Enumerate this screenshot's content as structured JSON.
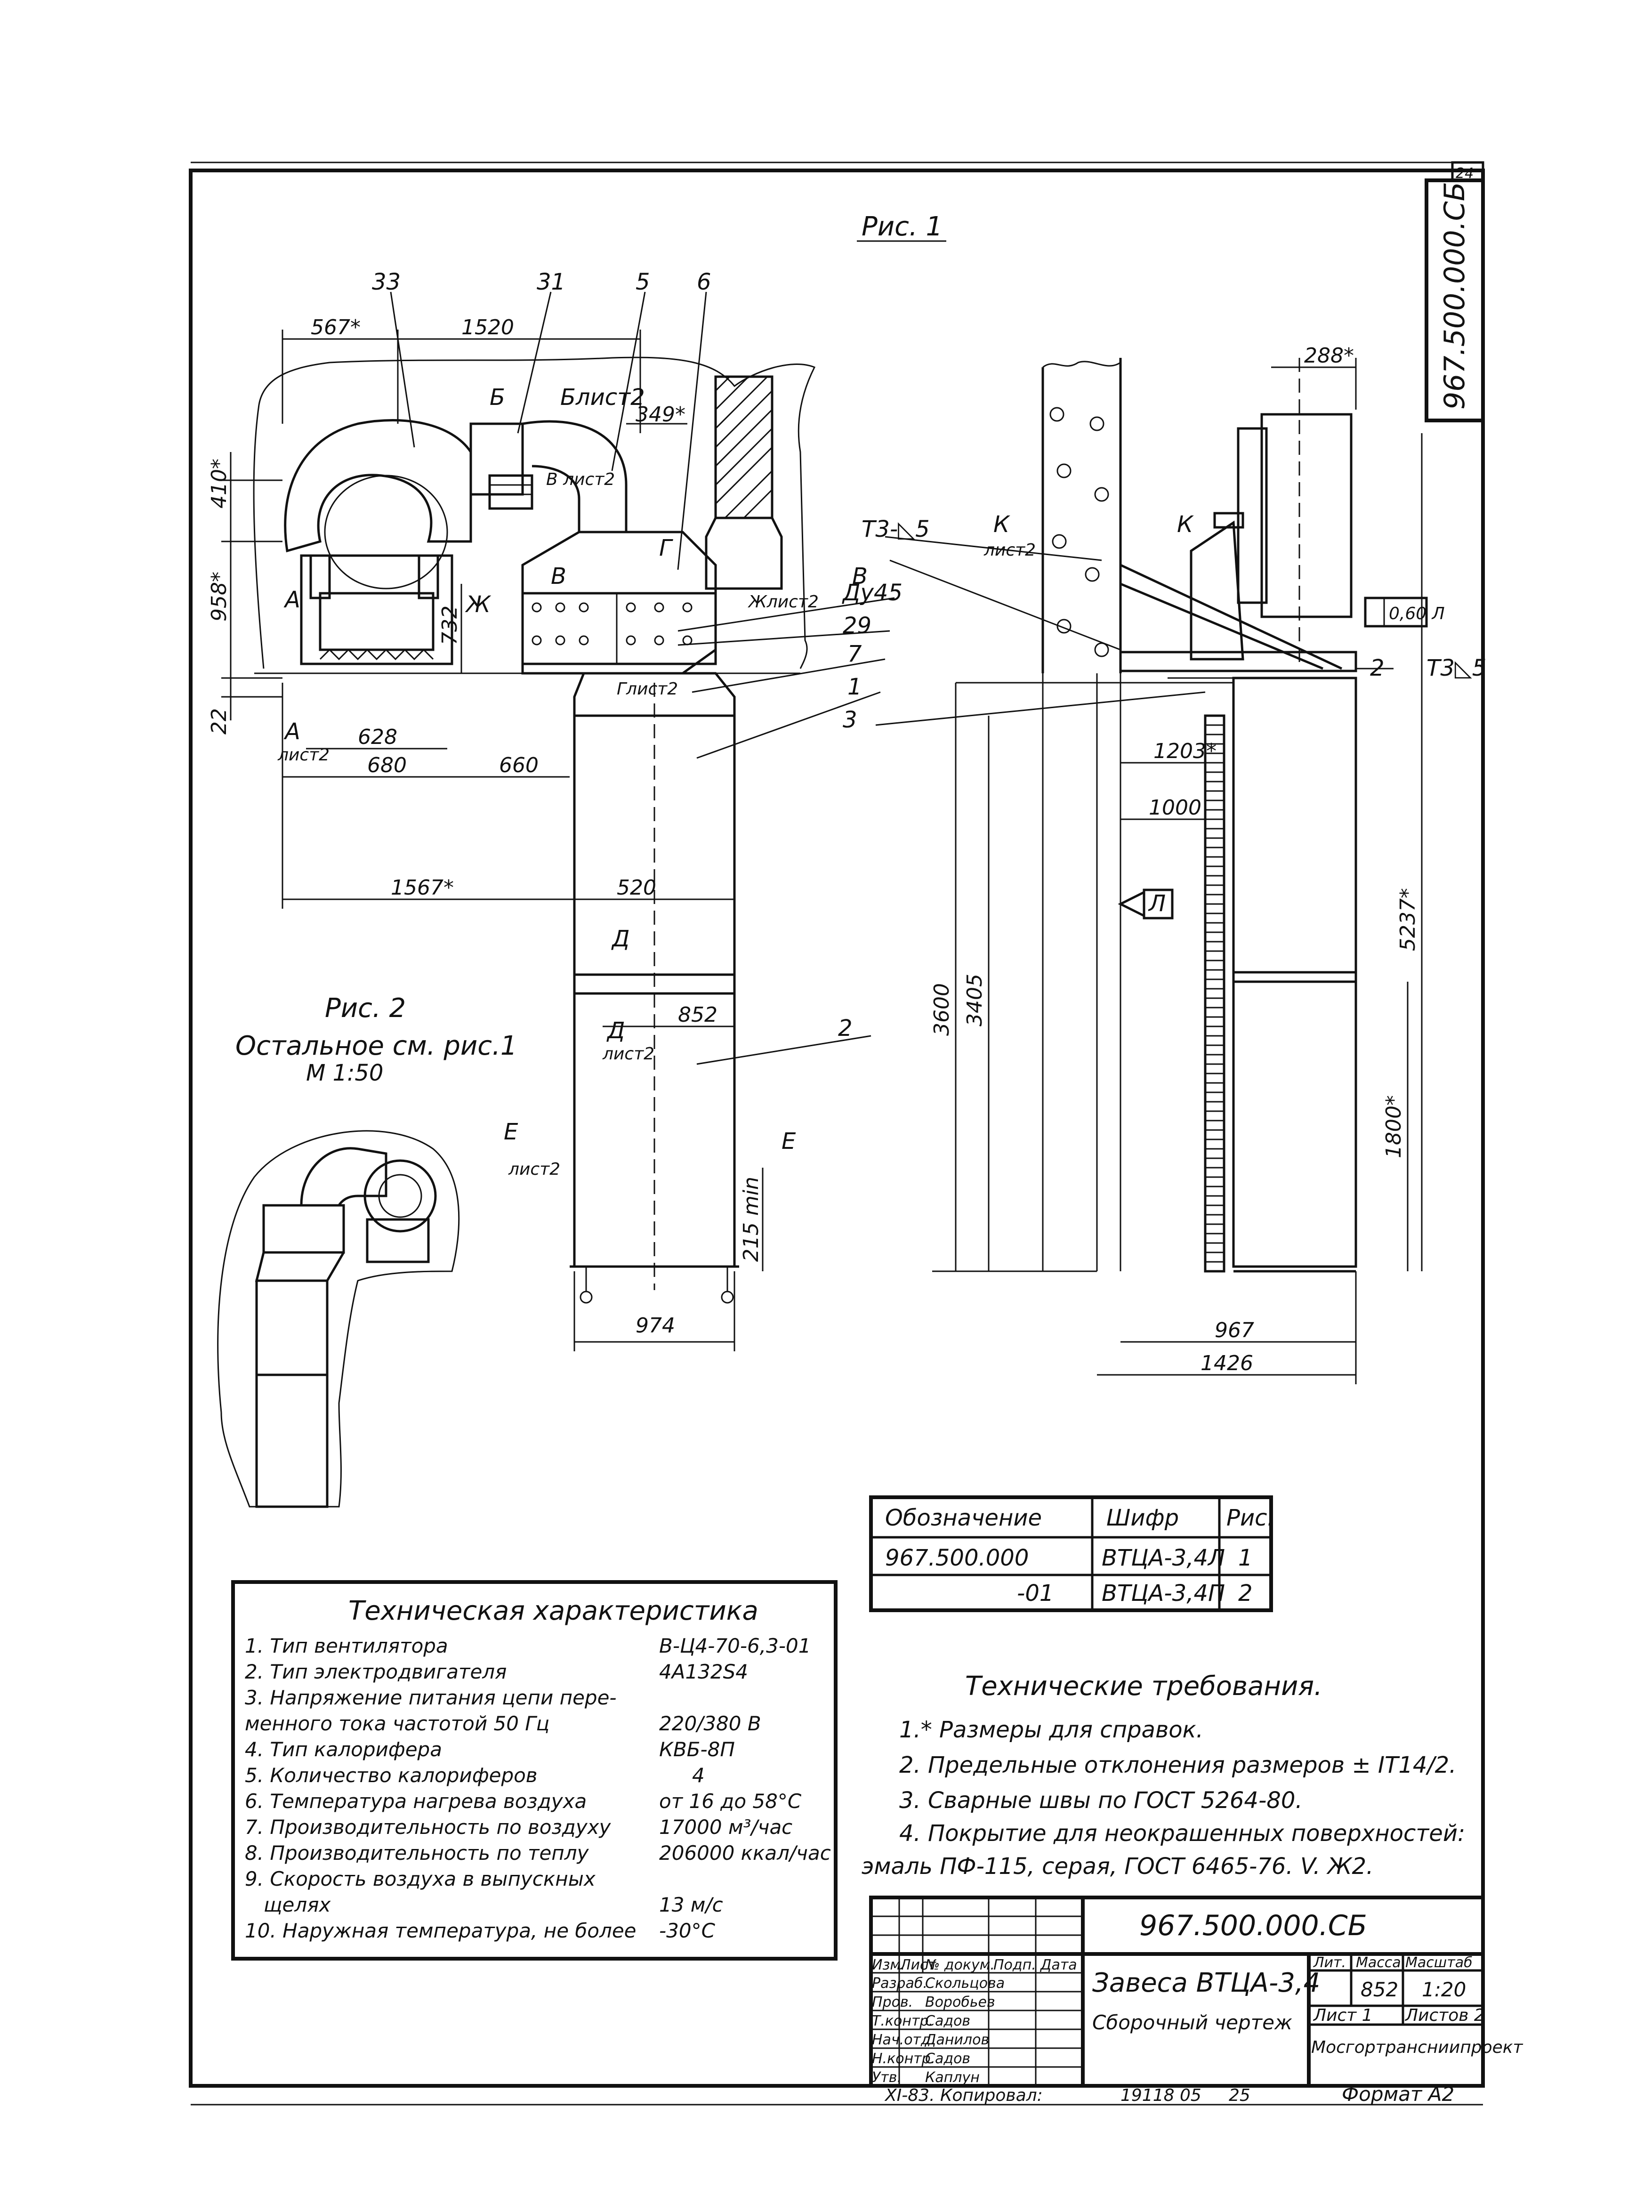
{
  "sheet": {
    "corner_number": "24",
    "side_code": "967.500.000.СБ"
  },
  "fig1": {
    "title": "Рис. 1",
    "callouts": [
      "33",
      "31",
      "5",
      "6",
      "В",
      "Ду45",
      "29",
      "7",
      "1",
      "3",
      "2"
    ],
    "section_marks": [
      "Б",
      "Блист2",
      "В лист2",
      "Г",
      "В",
      "Ж",
      "Жлист2",
      "Глист2",
      "А",
      "А",
      "лист2",
      "Д",
      "Д",
      "лист2",
      "Е",
      "лист2",
      "Е"
    ],
    "dims": [
      "567*",
      "1520",
      "349*",
      "410*",
      "958*",
      "732",
      "22",
      "628",
      "680",
      "660",
      "1567*",
      "520",
      "852",
      "215 min",
      "974"
    ]
  },
  "side_view": {
    "labels": [
      "288*",
      "К",
      "К",
      "лист2",
      "Т3-◺5",
      "Т3◺5",
      "2",
      "Л",
      "0,60 Л"
    ],
    "dims": [
      "1203*",
      "1000",
      "5237*",
      "3600",
      "3405",
      "1800*",
      "967",
      "1426"
    ]
  },
  "fig2": {
    "title": "Рис. 2",
    "subtitle": "Остальное см. рис.1",
    "scale": "М 1:50"
  },
  "variants": {
    "headers": [
      "Обозначение",
      "Шифр",
      "Рис."
    ],
    "rows": [
      [
        "967.500.000",
        "ВТЦА-3,4Л",
        "1"
      ],
      [
        "-01",
        "ВТЦА-3,4П",
        "2"
      ]
    ]
  },
  "tech_char": {
    "title": "Техническая характеристика",
    "items": [
      {
        "label": "1. Тип вентилятора",
        "value": "В-Ц4-70-6,3-01"
      },
      {
        "label": "2. Тип электродвигателя",
        "value": "4А132S4"
      },
      {
        "label": "3. Напряжение питания цепи пере-",
        "value": ""
      },
      {
        "label": "менного тока частотой  50 Гц",
        "value": "220/380 В"
      },
      {
        "label": "4. Тип калорифера",
        "value": "КВБ-8П"
      },
      {
        "label": "5. Количество калориферов",
        "value": "4"
      },
      {
        "label": "6. Температура нагрева воздуха",
        "value": "от 16 до 58°С"
      },
      {
        "label": "7. Производительность по воздуху",
        "value": "17000 м³/час"
      },
      {
        "label": "8. Производительность по теплу",
        "value": "206000 ккал/час"
      },
      {
        "label": "9. Скорость воздуха в выпускных",
        "value": ""
      },
      {
        "label": "щелях",
        "value": "13 м/с"
      },
      {
        "label": "10. Наружная температура, не более",
        "value": "-30°С"
      }
    ]
  },
  "requirements": {
    "title": "Технические требования.",
    "items": [
      "1.* Размеры для справок.",
      "2. Предельные отклонения размеров ± IT14/2.",
      "3. Сварные швы по ГОСТ 5264-80.",
      "4. Покрытие для неокрашенных поверхностей:",
      "эмаль ПФ-115, серая, ГОСТ 6465-76. V. Ж2."
    ]
  },
  "title_block": {
    "code": "967.500.000.СБ",
    "name": "Завеса ВТЦА-3,4",
    "doc_type": "Сборочный чертеж",
    "col_headers": [
      "Изм.",
      "Лист",
      "№ докум.",
      "Подп.",
      "Дата"
    ],
    "roles": [
      {
        "role": "Разраб.",
        "name": "Скольцова"
      },
      {
        "role": "Пров.",
        "name": "Воробьев"
      },
      {
        "role": "Т.контр.",
        "name": "Садов"
      },
      {
        "role": "Нач.отд.",
        "name": "Данилов"
      },
      {
        "role": "Н.контр.",
        "name": "Садов"
      },
      {
        "role": "Утв.",
        "name": "Каплун"
      }
    ],
    "lit_header": "Лит.",
    "mass_header": "Масса",
    "scale_header": "Масштаб",
    "mass": "852",
    "scale": "1:20",
    "sheet": "Лист 1",
    "sheets": "Листов 2",
    "org": "Мосгортрансниипроект",
    "copied_line": "XI-83.   Копировал:",
    "inv_number": "19118 05",
    "inv_sheet": "25",
    "format": "Формат А2"
  }
}
